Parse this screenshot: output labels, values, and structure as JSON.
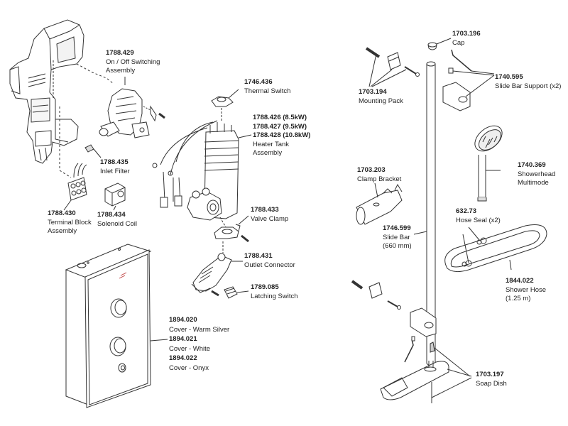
{
  "diagram": {
    "title": "Shower exploded parts diagram",
    "parts": [
      {
        "id": "on-off-switching-assembly",
        "code": "1788.429",
        "name_lines": [
          "On / Off Switching",
          "Assembly"
        ]
      },
      {
        "id": "thermal-switch",
        "code": "1746.436",
        "name_lines": [
          "Thermal Switch"
        ]
      },
      {
        "id": "heater-tank-assembly",
        "code_lines": [
          "1788.426 (8.5kW)",
          "1788.427 (9.5kW)",
          "1788.428 (10.8kW)"
        ],
        "name_lines": [
          "Heater Tank",
          "Assembly"
        ]
      },
      {
        "id": "inlet-filter",
        "code": "1788.435",
        "name_lines": [
          "Inlet Filter"
        ]
      },
      {
        "id": "terminal-block-assembly",
        "code": "1788.430",
        "name_lines": [
          "Terminal Block",
          "Assembly"
        ]
      },
      {
        "id": "solenoid-coil",
        "code": "1788.434",
        "name_lines": [
          "Solenoid Coil"
        ]
      },
      {
        "id": "valve-clamp",
        "code": "1788.433",
        "name_lines": [
          "Valve Clamp"
        ]
      },
      {
        "id": "outlet-connector",
        "code": "1788.431",
        "name_lines": [
          "Outlet Connector"
        ]
      },
      {
        "id": "latching-switch",
        "code": "1789.085",
        "name_lines": [
          "Latching Switch"
        ]
      },
      {
        "id": "covers",
        "entries": [
          {
            "code": "1894.020",
            "name": "Cover - Warm Silver"
          },
          {
            "code": "1894.021",
            "name": "Cover - White"
          },
          {
            "code": "1894.022",
            "name": "Cover - Onyx"
          }
        ]
      },
      {
        "id": "cap",
        "code": "1703.196",
        "name_lines": [
          "Cap"
        ]
      },
      {
        "id": "mounting-pack",
        "code": "1703.194",
        "name_lines": [
          "Mounting Pack"
        ]
      },
      {
        "id": "slide-bar-support",
        "code": "1740.595",
        "name_lines": [
          "Slide Bar Support (x2)"
        ]
      },
      {
        "id": "clamp-bracket",
        "code": "1703.203",
        "name_lines": [
          "Clamp Bracket"
        ]
      },
      {
        "id": "showerhead",
        "code": "1740.369",
        "name_lines": [
          "Showerhead",
          "Multimode"
        ]
      },
      {
        "id": "slide-bar",
        "code": "1746.599",
        "name_lines": [
          "Slide Bar",
          "(660 mm)"
        ]
      },
      {
        "id": "hose-seal",
        "code": "632.73",
        "name_lines": [
          "Hose Seal (x2)"
        ]
      },
      {
        "id": "shower-hose",
        "code": "1844.022",
        "name_lines": [
          "Shower Hose",
          "(1.25 m)"
        ]
      },
      {
        "id": "soap-dish",
        "code": "1703.197",
        "name_lines": [
          "Soap Dish"
        ]
      }
    ]
  }
}
